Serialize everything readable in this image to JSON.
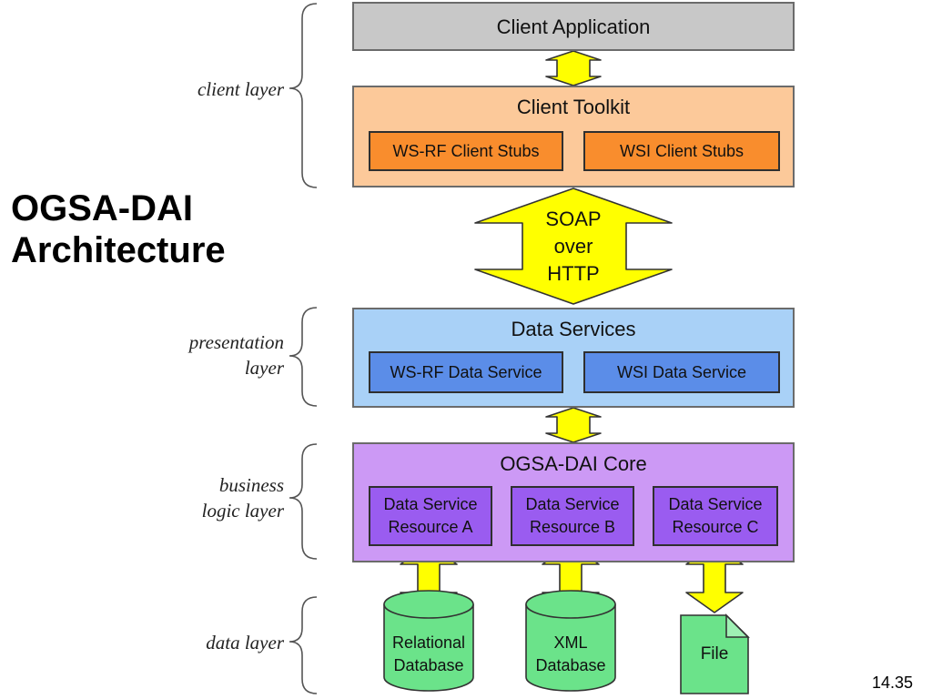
{
  "slide": {
    "title_lines": [
      "OGSA-DAI",
      "Architecture"
    ],
    "page_number": "14.35"
  },
  "layers": {
    "client": [
      "client layer"
    ],
    "presentation": [
      "presentation",
      "layer"
    ],
    "business": [
      "business",
      "logic layer"
    ],
    "data": [
      "data layer"
    ]
  },
  "components": {
    "client_application": "Client Application",
    "client_toolkit": {
      "title": "Client Toolkit",
      "items": [
        "WS-RF Client Stubs",
        "WSI Client Stubs"
      ]
    },
    "transport_lines": [
      "SOAP",
      "over",
      "HTTP"
    ],
    "data_services": {
      "title": "Data Services",
      "items": [
        "WS-RF Data Service",
        "WSI Data Service"
      ]
    },
    "core": {
      "title": "OGSA-DAI Core",
      "resources": [
        [
          "Data Service",
          "Resource A"
        ],
        [
          "Data Service",
          "Resource B"
        ],
        [
          "Data Service",
          "Resource C"
        ]
      ]
    },
    "stores": {
      "relational": [
        "Relational",
        "Database"
      ],
      "xml": [
        "XML",
        "Database"
      ],
      "file": "File"
    }
  },
  "colors": {
    "client_application": "#c8c8c8",
    "client_toolkit": "#fcc99a",
    "client_stub": "#f98d2d",
    "data_services": "#a9d1f7",
    "data_service": "#5b8de8",
    "core": "#cc99f5",
    "resource": "#9a5cf0",
    "store": "#6be38a",
    "arrow": "#ffff00"
  }
}
